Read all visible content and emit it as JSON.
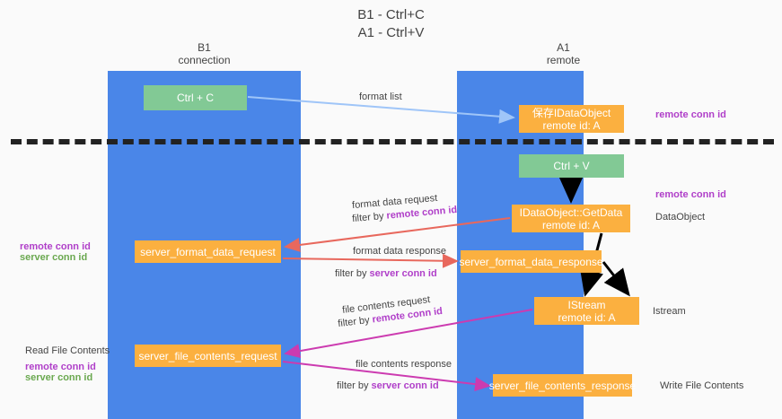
{
  "title": {
    "line1": "B1 - Ctrl+C",
    "line2": "A1 - Ctrl+V"
  },
  "lanes": [
    {
      "id": "b1",
      "name": "B1",
      "role": "connection"
    },
    {
      "id": "a1",
      "name": "A1",
      "role": "remote"
    }
  ],
  "boxes": {
    "ctrl_c": {
      "label": "Ctrl + C",
      "color": "#82c995"
    },
    "idataobject": {
      "line1": "保存IDataObject",
      "line2": "remote id: A",
      "color": "#fbb040"
    },
    "ctrl_v": {
      "label": "Ctrl + V",
      "color": "#82c995"
    },
    "getdata": {
      "line1": "IDataObject::GetData",
      "line2": "remote id: A",
      "color": "#fbb040"
    },
    "server_format_data_request": {
      "label": "server_format_data_request",
      "color": "#fbb040"
    },
    "server_format_data_response": {
      "label": "server_format_data_response",
      "color": "#fbb040"
    },
    "istream": {
      "line1": "IStream",
      "line2": "remote id: A",
      "color": "#fbb040"
    },
    "server_file_contents_request": {
      "label": "server_file_contents_request",
      "color": "#fbb040"
    },
    "server_file_contents_response": {
      "label": "server_file_contents_response",
      "color": "#fbb040"
    }
  },
  "edge_labels": {
    "format_list": "format list",
    "format_data_request": "format data request",
    "format_data_request_filter_prefix": "filter by ",
    "format_data_request_filter_value": "remote conn id",
    "format_data_response": "format data response",
    "format_data_response_filter_prefix": "filter by ",
    "format_data_response_filter_value": "server conn id",
    "file_contents_request": "file contents request",
    "file_contents_request_filter_prefix": "filter by ",
    "file_contents_request_filter_value": "remote conn id",
    "file_contents_response": "file contents response",
    "file_contents_response_filter_prefix": "filter by ",
    "file_contents_response_filter_value": "server conn id"
  },
  "annotations": {
    "remote_conn_id_top": "remote conn id",
    "remote_conn_id_mid": "remote conn id",
    "dataobject": "DataObject",
    "istream": "Istream",
    "write_file_contents": "Write File Contents",
    "read_file_contents": "Read File Contents",
    "legend_remote_conn_id_a": "remote conn id",
    "legend_server_conn_id_a": "server conn id",
    "legend_remote_conn_id_b": "remote conn id",
    "legend_server_conn_id_b": "server conn id"
  },
  "colors": {
    "lane": "#4a86e8",
    "box_green": "#82c995",
    "box_orange": "#fbb040",
    "remote_conn_id": "#b03fc9",
    "server_conn_id": "#6aa84f",
    "arrow_blue": "#9fc5f8",
    "arrow_red": "#e8685d",
    "arrow_magenta": "#cc3bb0",
    "arrow_black": "#000000",
    "separator": "#222222"
  }
}
